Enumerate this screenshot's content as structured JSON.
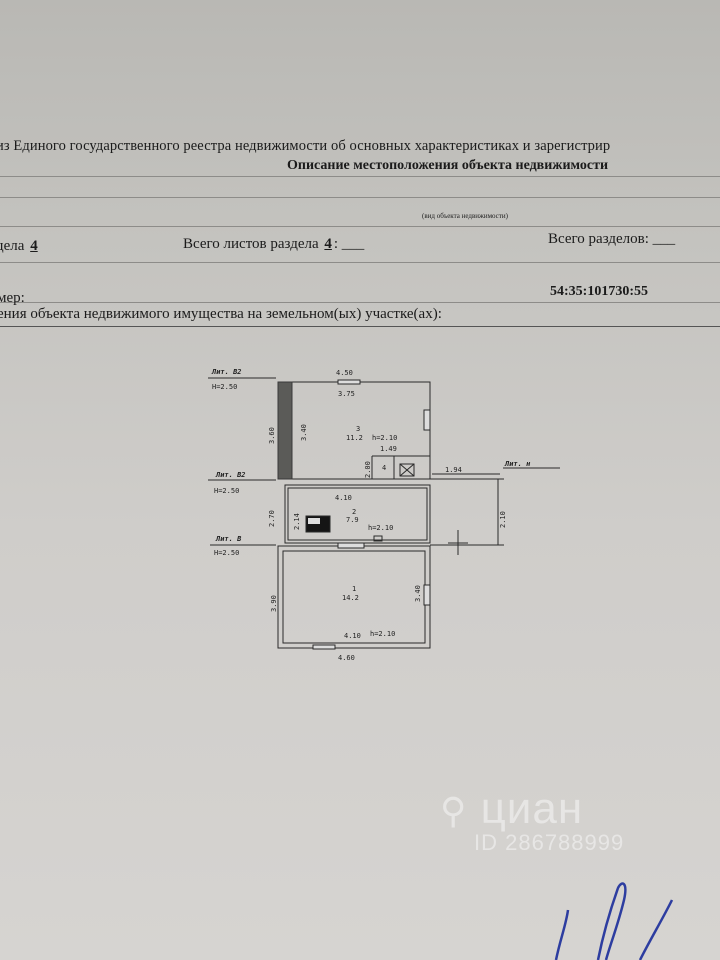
{
  "header": {
    "extract_line": "из Единого государственного реестра недвижимости об основных характеристиках и зарегистрир",
    "section_title": "Описание местоположения объекта недвижимости",
    "object_type_caption": "(вид объекта недвижимости)"
  },
  "meta": {
    "section_label": "дела",
    "section_number": "4",
    "total_sheets_label": "Всего листов раздела",
    "total_sheets_value": "4",
    "total_sheets_suffix": ": ___",
    "total_sections_label": "Всего разделов: ___",
    "cadastral_label": "мер:",
    "cadastral_number": "54:35:101730:55",
    "plan_caption": "ения объекта недвижимого имущества на земельном(ых) участке(ах):"
  },
  "floor_plan": {
    "headers": [
      {
        "name": "Лит. В2",
        "height": "Н=2.50"
      },
      {
        "name": "Лит. В2",
        "height": "Н=2.50"
      },
      {
        "name": "Лит. В",
        "height": "Н=2.50"
      }
    ],
    "dimensions": [
      "4.50",
      "3.75",
      "3.60",
      "3.40",
      "11.2",
      "h=2.10",
      "1.49",
      "2.00",
      "4",
      "4.10",
      "2.70",
      "2.14",
      "7.9",
      "h=2.10",
      "3.90",
      "3.40",
      "14.2",
      "4.10",
      "h=2.10",
      "4.60",
      "1.94",
      "Лит. н",
      "2.10"
    ],
    "room_numbers": [
      "3",
      "2",
      "1"
    ]
  },
  "watermark": {
    "brand": "циан",
    "listing_id": "ID 286788999"
  }
}
